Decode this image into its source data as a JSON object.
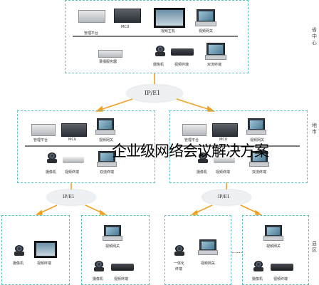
{
  "title": "企业级网络会议解决方案",
  "cloud_top": "IP/E1",
  "cloud_left": "IP/E1",
  "cloud_right": "IP/E1",
  "side_top": "省\n中\n心",
  "side_mid": "地\n市",
  "side_bot": "县\n区",
  "ellipsis": "......",
  "labels": {
    "top_mgmt": "管理平台",
    "top_mcu": "MCU",
    "top_video_host": "视频主机",
    "top_gateway": "视频网关",
    "top_recorder": "录播服务器",
    "top_camera": "摄像机",
    "top_terminal": "视频终端",
    "top_dual": "双流终端",
    "left_mgmt": "管理平台",
    "left_mcu": "MCU",
    "left_gateway": "视频网关",
    "left_camera": "摄像机",
    "left_terminal": "视频终端",
    "left_dual": "双流终端",
    "right_mgmt": "管理平台",
    "right_mcu": "MCU",
    "right_gateway": "视频网关",
    "right_camera": "摄像机",
    "right_terminal": "视频终端",
    "right_dual": "双流终端",
    "b1_camera": "摄像机",
    "b1_terminal": "视频终端",
    "b2_gateway": "视频网关",
    "b2_camera": "摄像机",
    "b2_terminal": "视频终端",
    "b3_camera": "一体化",
    "b3_terminal": "终端",
    "b3_gateway": "视频网关",
    "b4_gateway": "视频网关",
    "b4_camera": "摄像机",
    "b4_terminal": "视频终端"
  }
}
